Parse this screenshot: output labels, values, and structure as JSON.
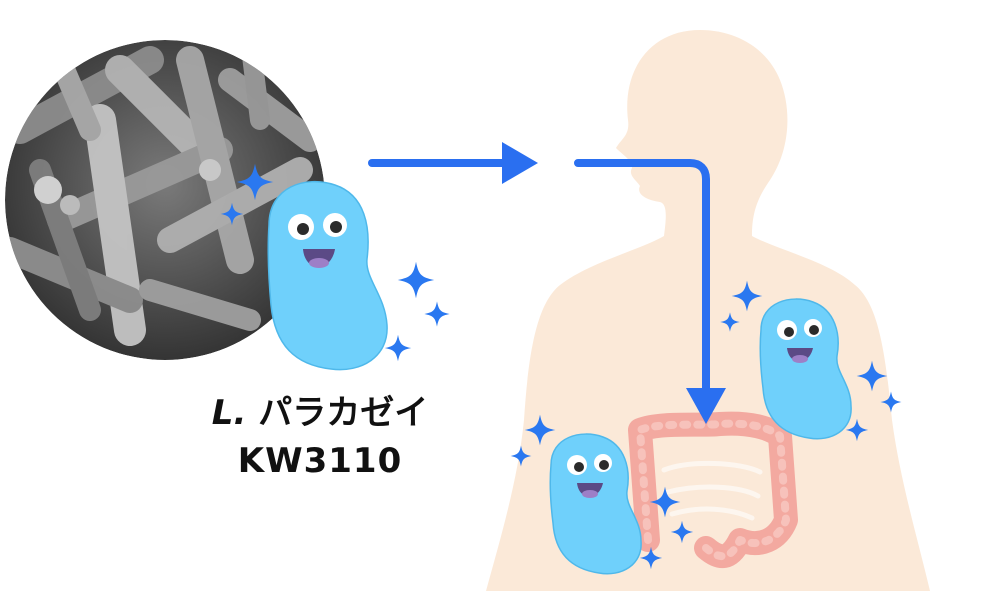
{
  "caption": {
    "species_abbrev": "L.",
    "species_name": "パラカゼイ",
    "strain": "KW3110"
  },
  "colors": {
    "arrow": "#2a6ff0",
    "sparkle": "#2a78f0",
    "bacteria_body": "#6fd0fb",
    "body_silhouette": "#fbe9d8",
    "intestine": "#f3a9a0",
    "mouth": "#5b4a86",
    "tongue": "#9d7fc7"
  },
  "icons": [
    "sparkle-icon",
    "arrow-right-icon",
    "arrow-down-icon"
  ]
}
